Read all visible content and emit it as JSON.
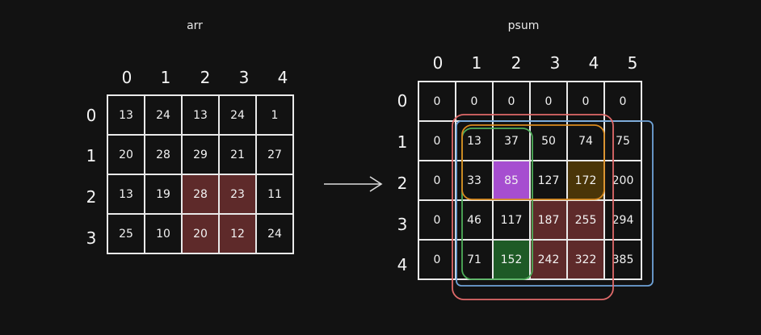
{
  "arr": {
    "title": "arr",
    "col_labels": [
      "0",
      "1",
      "2",
      "3",
      "4"
    ],
    "row_labels": [
      "0",
      "1",
      "2",
      "3"
    ],
    "rows": [
      [
        "13",
        "24",
        "13",
        "24",
        "1"
      ],
      [
        "20",
        "28",
        "29",
        "21",
        "27"
      ],
      [
        "13",
        "19",
        "28",
        "23",
        "11"
      ],
      [
        "25",
        "10",
        "20",
        "12",
        "24"
      ]
    ]
  },
  "psum": {
    "title": "psum",
    "col_labels": [
      "0",
      "1",
      "2",
      "3",
      "4",
      "5"
    ],
    "row_labels": [
      "0",
      "1",
      "2",
      "3",
      "4"
    ],
    "rows": [
      [
        "0",
        "0",
        "0",
        "0",
        "0",
        "0"
      ],
      [
        "0",
        "13",
        "37",
        "50",
        "74",
        "75"
      ],
      [
        "0",
        "33",
        "85",
        "127",
        "172",
        "200"
      ],
      [
        "0",
        "46",
        "117",
        "187",
        "255",
        "294"
      ],
      [
        "0",
        "71",
        "152",
        "242",
        "322",
        "385"
      ]
    ]
  },
  "colors": {
    "highlight_red": "#5e2a2a",
    "highlight_purple": "#a64ed0",
    "highlight_green": "#1e5a26",
    "highlight_brown": "#4a3508",
    "outline_red": "#e06a6a",
    "outline_blue": "#6fa3d8",
    "outline_green": "#4fae5a",
    "outline_orange": "#d98a1e",
    "arrow": "#dcdcdc"
  }
}
